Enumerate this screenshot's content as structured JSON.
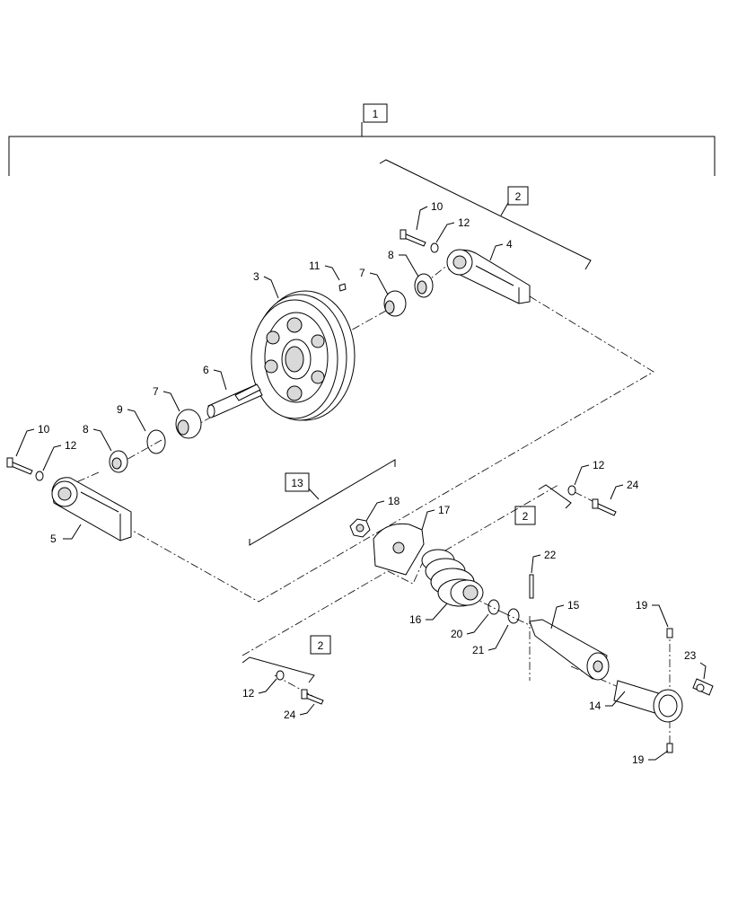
{
  "diagram": {
    "box_labels": {
      "assembly": "1",
      "hardware_kit_top": "2",
      "hardware_kit_right": "2",
      "hardware_kit_bottom": "2",
      "spring_assembly": "13"
    },
    "callouts": {
      "c3": "3",
      "c4": "4",
      "c5": "5",
      "c6": "6",
      "c7a": "7",
      "c7b": "7",
      "c8a": "8",
      "c8b": "8",
      "c9": "9",
      "c10a": "10",
      "c10b": "10",
      "c11": "11",
      "c12a": "12",
      "c12b": "12",
      "c12c": "12",
      "c12d": "12",
      "c14": "14",
      "c15": "15",
      "c16": "16",
      "c17": "17",
      "c18": "18",
      "c19a": "19",
      "c19b": "19",
      "c20": "20",
      "c21": "21",
      "c22": "22",
      "c23": "23",
      "c24a": "24",
      "c24b": "24"
    }
  }
}
